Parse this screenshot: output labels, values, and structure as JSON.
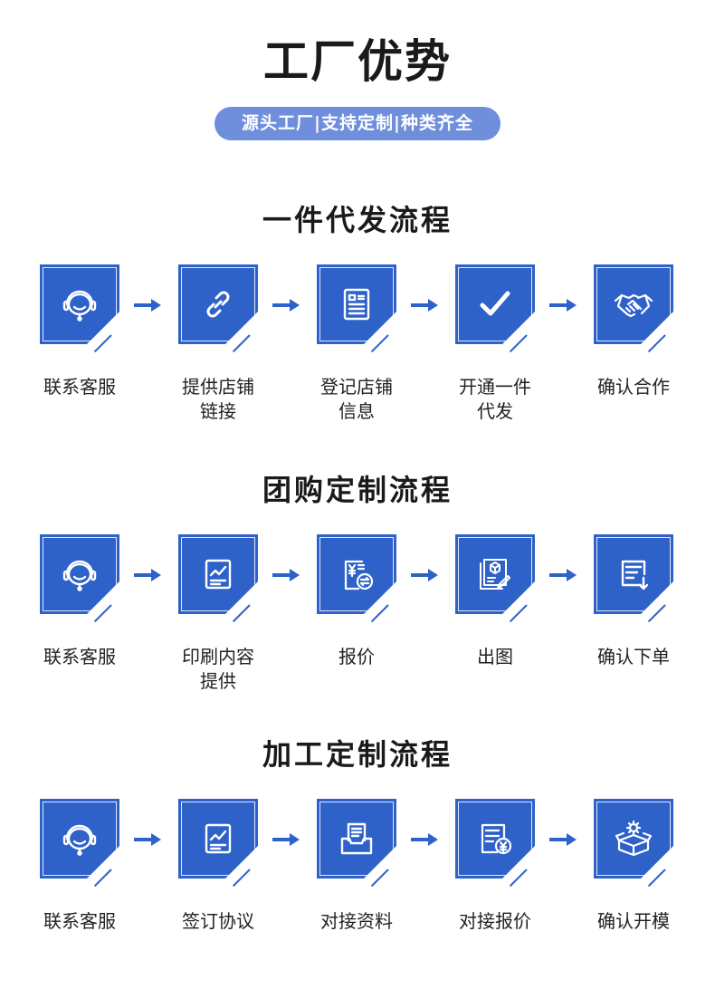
{
  "title": "工厂优势",
  "subtitle": "源头工厂|支持定制|种类齐全",
  "colors": {
    "accent": "#2e62c9",
    "pill": "#6f8fdc"
  },
  "sections": [
    {
      "title": "一件代发流程",
      "steps": [
        {
          "line1": "联系客服",
          "line2": "",
          "icon": "headset-icon"
        },
        {
          "line1": "提供店铺",
          "line2": "链接",
          "icon": "link-icon"
        },
        {
          "line1": "登记店铺",
          "line2": "信息",
          "icon": "form-icon"
        },
        {
          "line1": "开通一件",
          "line2": "代发",
          "icon": "check-icon"
        },
        {
          "line1": "确认合作",
          "line2": "",
          "icon": "handshake-icon"
        }
      ]
    },
    {
      "title": "团购定制流程",
      "steps": [
        {
          "line1": "联系客服",
          "line2": "",
          "icon": "headset-icon"
        },
        {
          "line1": "印刷内容",
          "line2": "提供",
          "icon": "document-chart-icon"
        },
        {
          "line1": "报价",
          "line2": "",
          "icon": "price-exchange-icon"
        },
        {
          "line1": "出图",
          "line2": "",
          "icon": "design-drawing-icon"
        },
        {
          "line1": "确认下单",
          "line2": "",
          "icon": "order-download-icon"
        }
      ]
    },
    {
      "title": "加工定制流程",
      "steps": [
        {
          "line1": "联系客服",
          "line2": "",
          "icon": "headset-icon"
        },
        {
          "line1": "签订协议",
          "line2": "",
          "icon": "document-chart-icon"
        },
        {
          "line1": "对接资料",
          "line2": "",
          "icon": "file-tray-icon"
        },
        {
          "line1": "对接报价",
          "line2": "",
          "icon": "invoice-yen-icon"
        },
        {
          "line1": "确认开模",
          "line2": "",
          "icon": "box-gear-icon"
        }
      ]
    }
  ]
}
